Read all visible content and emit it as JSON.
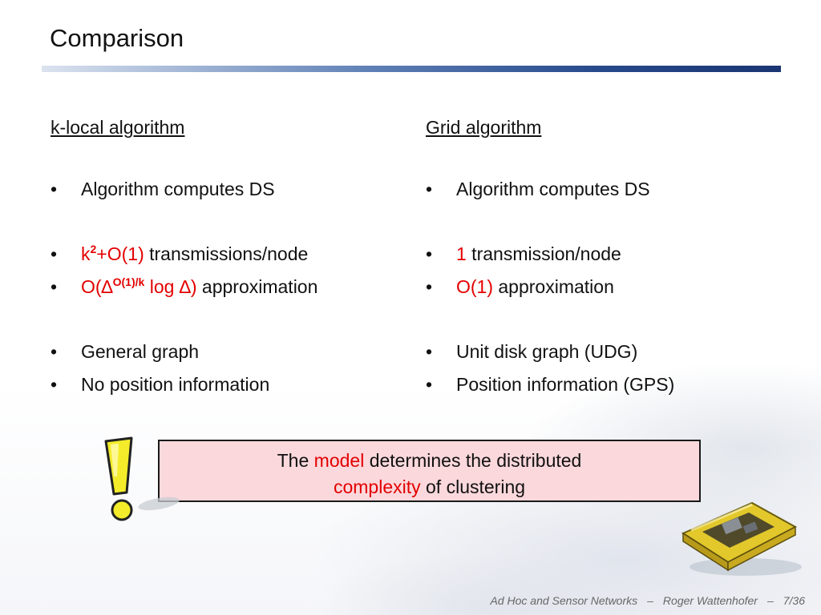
{
  "slide": {
    "title": "Comparison"
  },
  "left": {
    "heading": "k-local algorithm",
    "bullet_char": "•",
    "items": [
      {
        "text": "Algorithm computes DS"
      },
      {
        "red1": "k",
        "sup": "2",
        "red2": "+O(1)",
        "rest": " transmissions/node"
      },
      {
        "red1": "O(∆",
        "sup": "O(1)/k",
        "red2": " log ∆)",
        "rest": " approximation"
      },
      {
        "text": "General graph"
      },
      {
        "text": "No position information"
      }
    ]
  },
  "right": {
    "heading": "Grid algorithm",
    "bullet_char": "•",
    "items": [
      {
        "text": "Algorithm computes DS"
      },
      {
        "red": "1",
        "rest": " transmission/node"
      },
      {
        "red": "O(1)",
        "rest": " approximation"
      },
      {
        "text": "Unit disk graph (UDG)"
      },
      {
        "text": "Position information (GPS)"
      }
    ]
  },
  "callout": {
    "line1_pre": "The ",
    "line1_red": "model",
    "line1_post": " determines the distributed",
    "line2_red": "complexity",
    "line2_post": " of clustering"
  },
  "footer": {
    "course": "Ad Hoc and Sensor Networks",
    "dash": "–",
    "author": "Roger Wattenhofer",
    "page": "7/36"
  },
  "colors": {
    "accent_red": "#e30000",
    "title_bar": "#1a3573",
    "callout_bg": "#fbd8dc"
  },
  "icons": {
    "exclamation": "exclamation-icon",
    "device": "sensor-device-image"
  }
}
